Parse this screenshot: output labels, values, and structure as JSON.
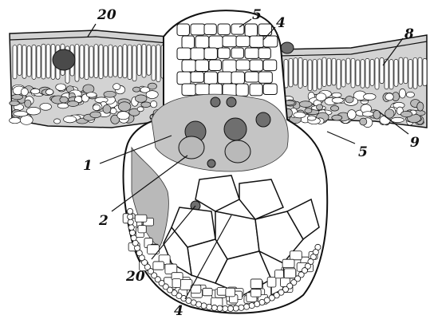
{
  "figure": {
    "colors": {
      "ink": "#111111",
      "cell_fill": "#ffffff",
      "tissue_shade": "#b9b9b9",
      "dark_tissue": "#6f6f6f",
      "paper": "#ffffff"
    },
    "callouts": [
      {
        "id": "c20-top",
        "text": "20"
      },
      {
        "id": "c5-top",
        "text": "5"
      },
      {
        "id": "c4-top",
        "text": "4"
      },
      {
        "id": "c8",
        "text": "8"
      },
      {
        "id": "c9",
        "text": "9"
      },
      {
        "id": "c5-right",
        "text": "5"
      },
      {
        "id": "c1",
        "text": "1"
      },
      {
        "id": "c2",
        "text": "2"
      },
      {
        "id": "c20-bottom",
        "text": "20"
      },
      {
        "id": "c4-bottom",
        "text": "4"
      }
    ]
  }
}
